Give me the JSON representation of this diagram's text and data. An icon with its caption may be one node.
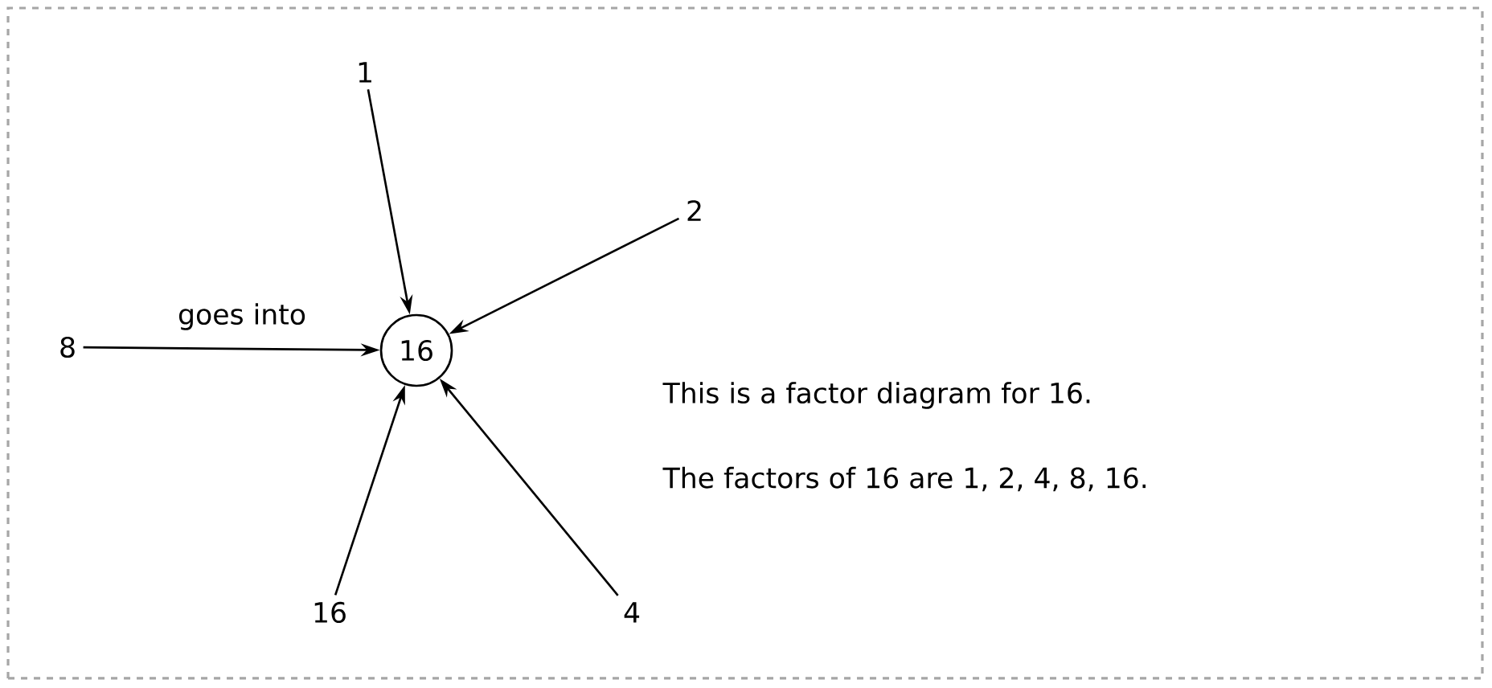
{
  "diagram": {
    "nodes": [
      {
        "text": [
          "16"
        ]
      },
      {
        "text": [
          "1"
        ]
      },
      {
        "text": [
          "2"
        ]
      },
      {
        "text": [
          "8"
        ]
      },
      {
        "text": [
          "16"
        ]
      },
      {
        "text": [
          "4"
        ]
      }
    ],
    "edges": [
      {
        "from": 1,
        "to": 0,
        "arrow": "to"
      },
      {
        "from": 2,
        "to": 0,
        "arrow": "to"
      },
      {
        "from": 3,
        "to": 0,
        "arrow": "to",
        "label": "goes into"
      },
      {
        "from": 4,
        "to": 0,
        "arrow": "to"
      },
      {
        "from": 5,
        "to": 0,
        "arrow": "to"
      }
    ],
    "labels": [
      "This is a factor diagram for 16.",
      "The factors of 16 are 1, 2, 4, 8, 16."
    ]
  }
}
